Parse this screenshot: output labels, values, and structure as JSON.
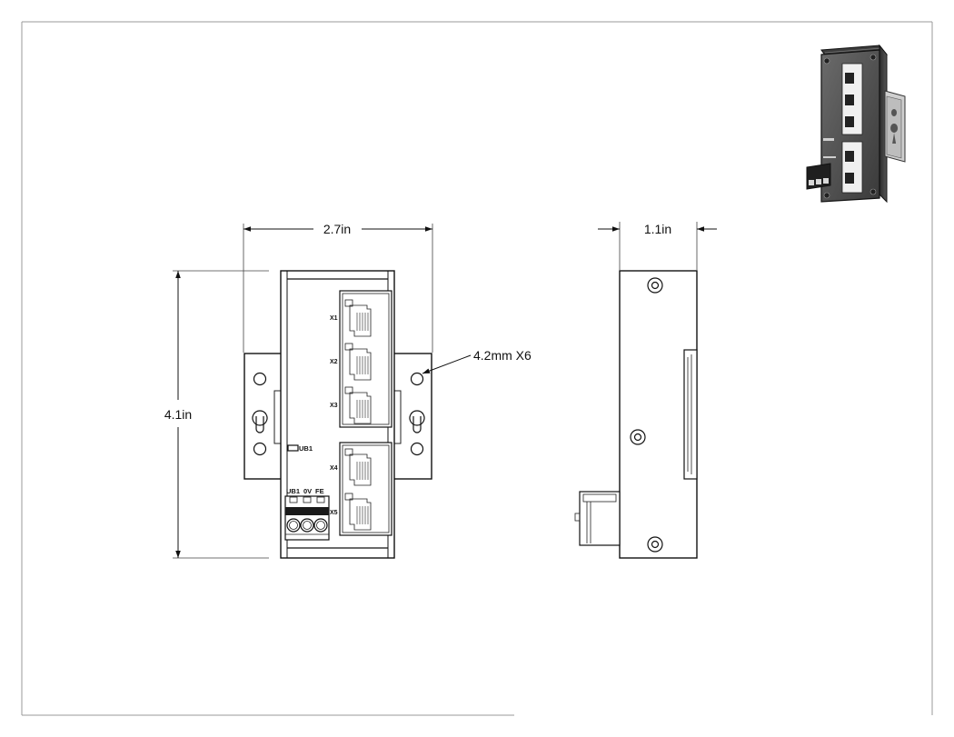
{
  "dimensions": {
    "width": "2.7in",
    "depth": "1.1in",
    "height": "4.1in",
    "hole": "4.2mm X6"
  },
  "ports": [
    "X1",
    "X2",
    "X3",
    "X4",
    "X5"
  ],
  "power_labels": {
    "led": "UB1",
    "terminals": [
      "UB1",
      "0V",
      "FE"
    ]
  }
}
